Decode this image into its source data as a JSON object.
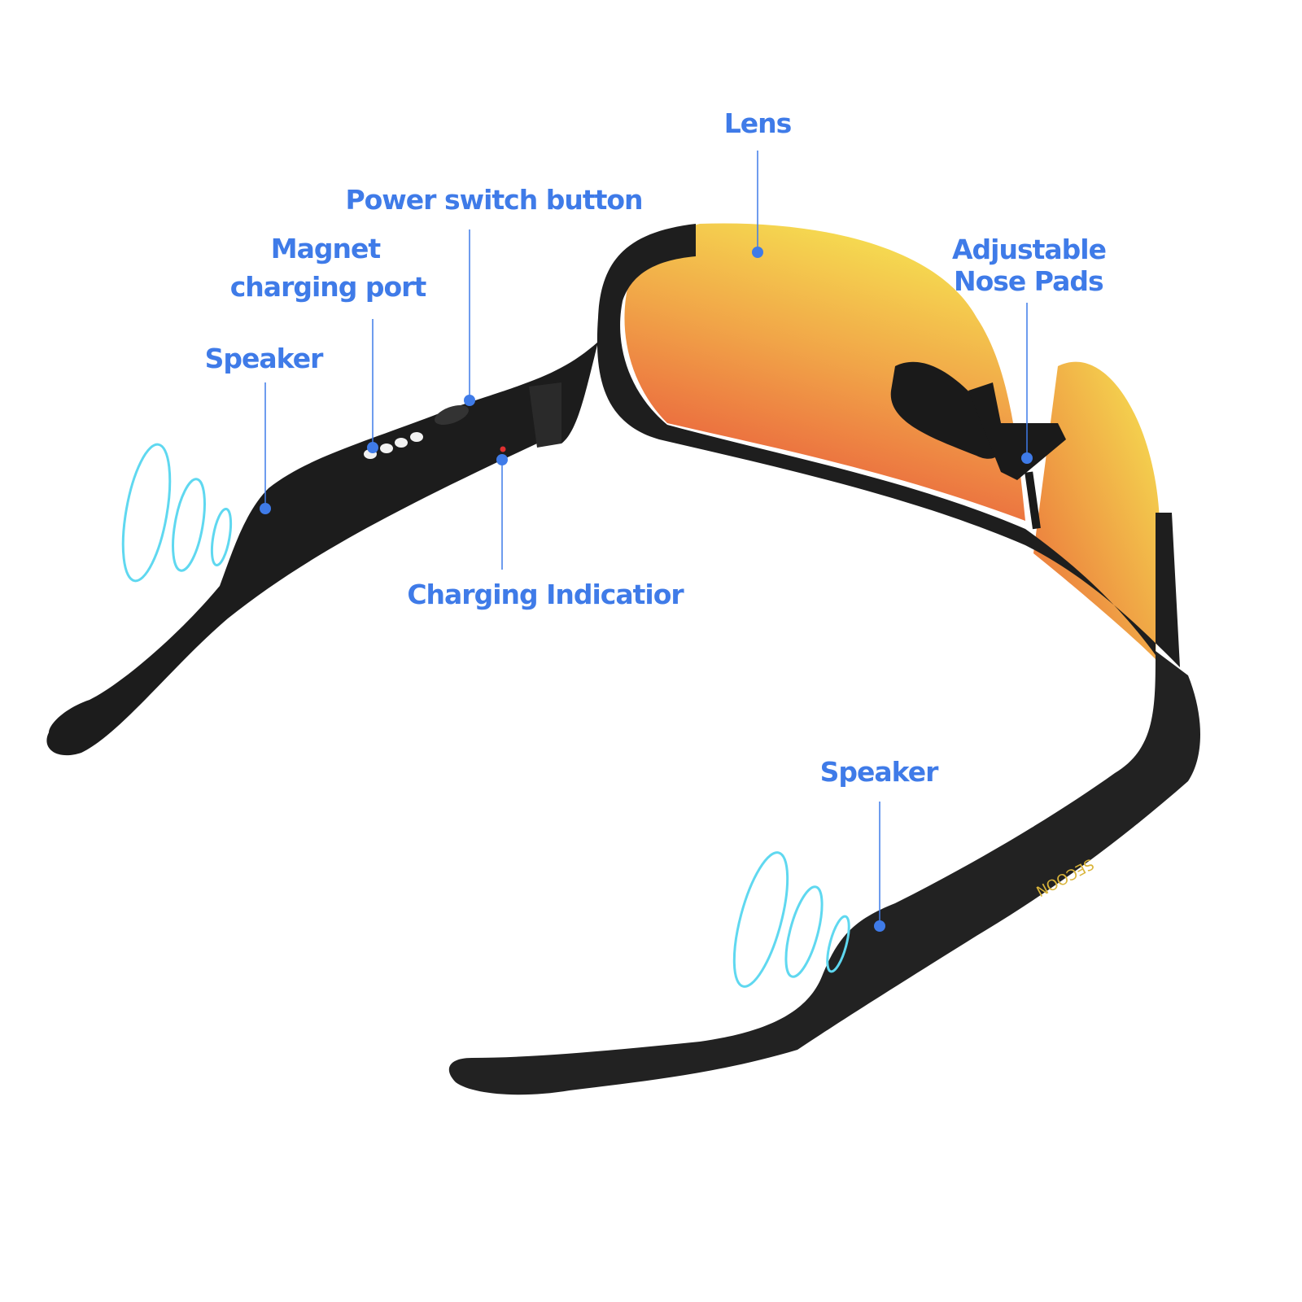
{
  "labels": {
    "lens": "Lens",
    "power_switch": "Power switch button",
    "magnet_line1": "Magnet",
    "magnet_line2": "charging port",
    "speaker_left": "Speaker",
    "nose_line1": "Adjustable",
    "nose_line2": "Nose Pads",
    "charging_indicator": "Charging Indicatior",
    "speaker_right": "Speaker"
  },
  "brand": "SECOON",
  "colors": {
    "label": "#3f7be8",
    "frame": "#1e1e1e",
    "lens_top": "#f5e150",
    "lens_bottom": "#e8553a",
    "sound_wave": "#5fd8f0",
    "indicator_led": "#e03030",
    "brand_text": "#d9b43a"
  }
}
